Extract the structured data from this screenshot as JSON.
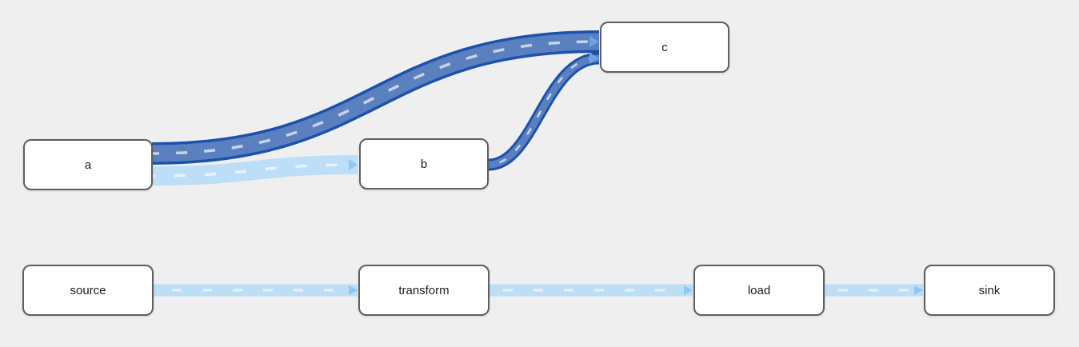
{
  "canvas": {
    "background": "#efefef"
  },
  "colors": {
    "node_fill": "#ffffff",
    "node_border": "#5e5e5e",
    "node_text": "#1c1c1c",
    "road_dark_casing": "#1c52ab",
    "road_dark_fill": "#5b80c0",
    "road_dark_dash": "#c7d3e8",
    "road_light_fill": "#bddef7",
    "road_light_dash": "#e6f2fc",
    "arrow_on_dark": "#69a4e2",
    "arrow_on_light": "#90c8f2"
  },
  "nodes": [
    {
      "id": "a",
      "label": "a"
    },
    {
      "id": "b",
      "label": "b"
    },
    {
      "id": "c",
      "label": "c"
    },
    {
      "id": "source",
      "label": "source"
    },
    {
      "id": "transform",
      "label": "transform"
    },
    {
      "id": "load",
      "label": "load"
    },
    {
      "id": "sink",
      "label": "sink"
    }
  ],
  "edges": [
    {
      "id": "a-c",
      "source": "a",
      "target": "c",
      "variant": "road-dark-wide"
    },
    {
      "id": "b-c",
      "source": "b",
      "target": "c",
      "variant": "road-dark-narrow"
    },
    {
      "id": "a-b",
      "source": "a",
      "target": "b",
      "variant": "road-light-wide"
    },
    {
      "id": "source-transform",
      "source": "source",
      "target": "transform",
      "variant": "road-light-thin"
    },
    {
      "id": "transform-load",
      "source": "transform",
      "target": "load",
      "variant": "road-light-thin"
    },
    {
      "id": "load-sink",
      "source": "load",
      "target": "sink",
      "variant": "road-light-thin"
    }
  ]
}
